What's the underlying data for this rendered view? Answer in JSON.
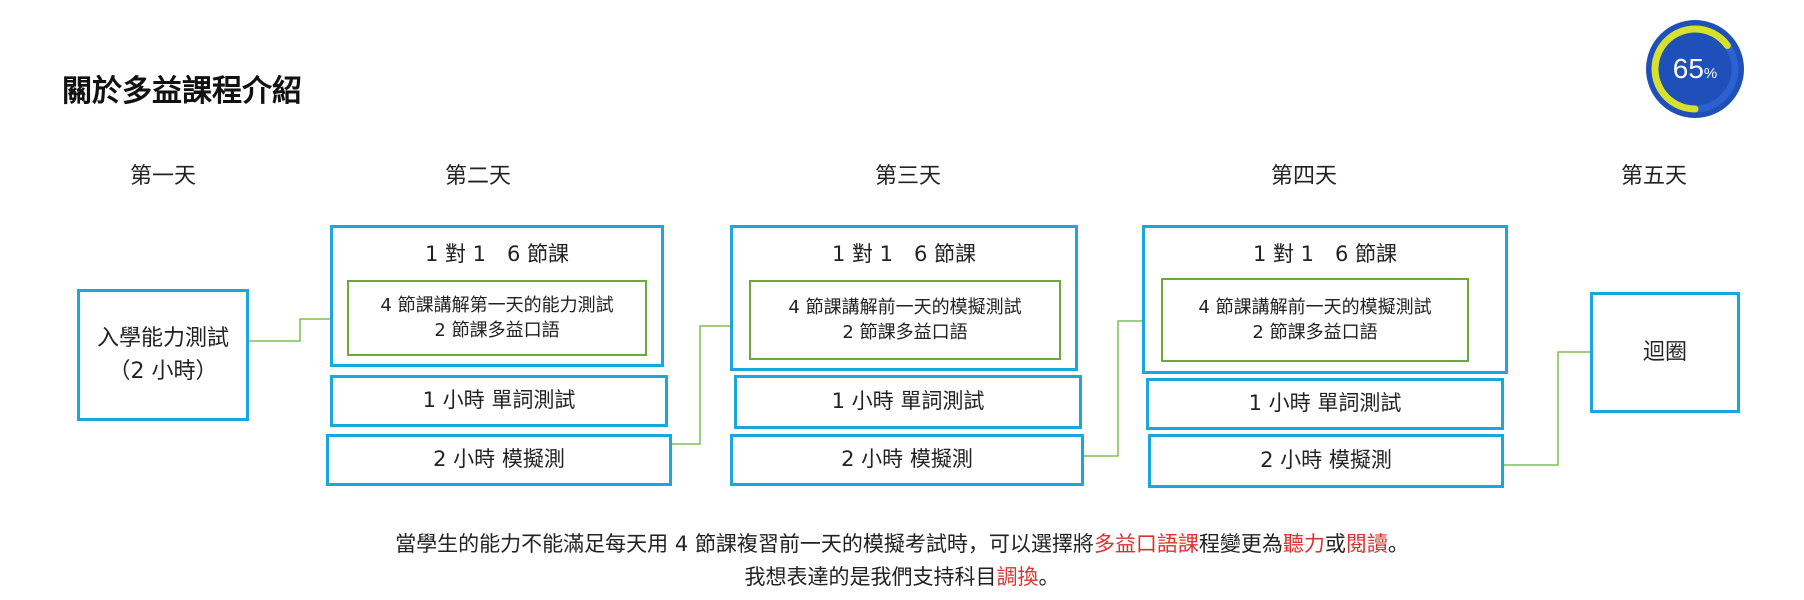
{
  "title": "關於多益課程介紹",
  "progress": {
    "value": 65,
    "value_text": "65",
    "unit": "%",
    "ring_color": "#d7e02c",
    "bg_color": "#1f4fb8"
  },
  "colors": {
    "blue_border": "#1aa7e0",
    "green_border": "#6aaa3a",
    "connector": "#7fbf52",
    "highlight": "#e0302e"
  },
  "days": [
    "第一天",
    "第二天",
    "第三天",
    "第四天",
    "第五天"
  ],
  "day1": {
    "line1": "入學能力測試",
    "line2": "（2 小時）"
  },
  "day2": {
    "header": "1 對 1　6 節課",
    "inner_line1": "4 節課講解第一天的能力測試",
    "inner_line2": "2 節課多益口語",
    "vocab": "1 小時  單詞測試",
    "mock": "2 小時  模擬測"
  },
  "day3": {
    "header": "1 對 1　6 節課",
    "inner_line1": "4 節課講解前一天的模擬測試",
    "inner_line2": "2 節課多益口語",
    "vocab": "1 小時  單詞測試",
    "mock": "2 小時  模擬測"
  },
  "day4": {
    "header": "1 對 1　6 節課",
    "inner_line1": "4 節課講解前一天的模擬測試",
    "inner_line2": "2 節課多益口語",
    "vocab": "1 小時  單詞測試",
    "mock": "2 小時  模擬測"
  },
  "day5": {
    "label": "迴圈"
  },
  "footer": {
    "line1_a": "當學生的能力不能滿足每天用 4 節課複習前一天的模擬考試時，可以選擇將",
    "line1_red1": "多益口語課",
    "line1_b": "程變更為",
    "line1_red2": "聽力",
    "line1_c": "或",
    "line1_red3": "閱讀",
    "line1_d": "。",
    "line2_a": "我想表達的是我們支持科目",
    "line2_red": "調換",
    "line2_b": "。"
  }
}
